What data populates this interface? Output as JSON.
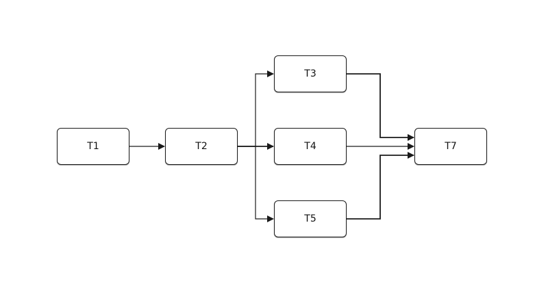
{
  "diagram": {
    "nodes": [
      {
        "id": "t1",
        "label": "T1"
      },
      {
        "id": "t2",
        "label": "T2"
      },
      {
        "id": "t3",
        "label": "T3"
      },
      {
        "id": "t4",
        "label": "T4"
      },
      {
        "id": "t5",
        "label": "T5"
      },
      {
        "id": "t7",
        "label": "T7"
      }
    ],
    "edges": [
      {
        "from": "T1",
        "to": "T2"
      },
      {
        "from": "T2",
        "to": "T3"
      },
      {
        "from": "T2",
        "to": "T4"
      },
      {
        "from": "T2",
        "to": "T5"
      },
      {
        "from": "T3",
        "to": "T7"
      },
      {
        "from": "T4",
        "to": "T7"
      },
      {
        "from": "T5",
        "to": "T7"
      }
    ],
    "colors": {
      "stroke": "#1a1a1a",
      "background": "#ffffff"
    }
  }
}
